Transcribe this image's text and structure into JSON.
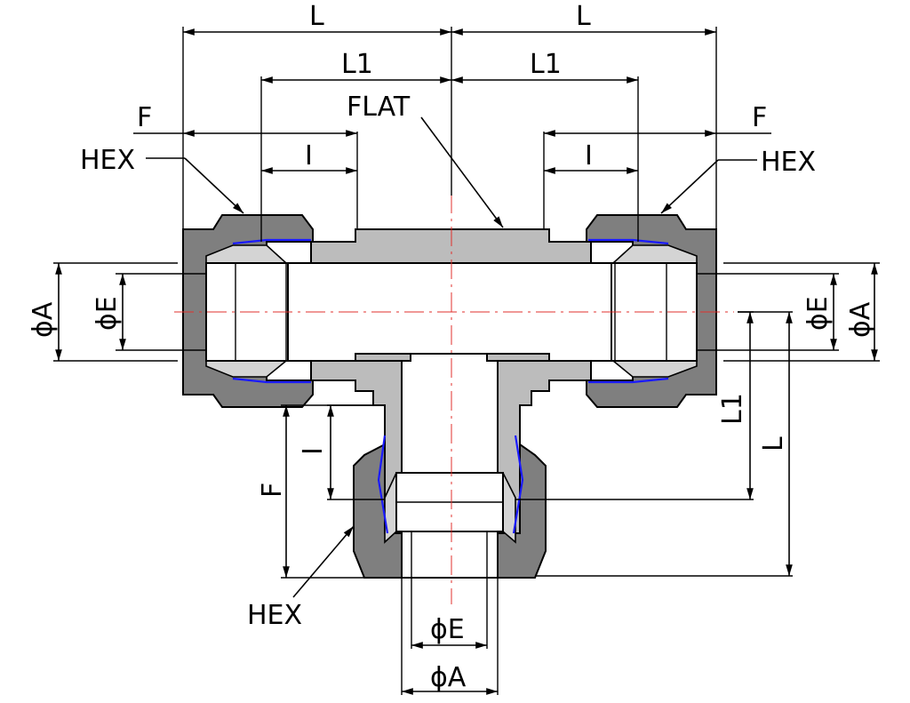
{
  "labels": {
    "L": "L",
    "L1": "L1",
    "F": "F",
    "I": "I",
    "HEX": "HEX",
    "FLAT": "FLAT",
    "phiA": "ϕA",
    "phiE": "ϕE"
  },
  "colors": {
    "body": "#bcbcbc",
    "nut": "#7f7f7f",
    "seal": "#1a1aff",
    "centerline": "#e0302c"
  }
}
